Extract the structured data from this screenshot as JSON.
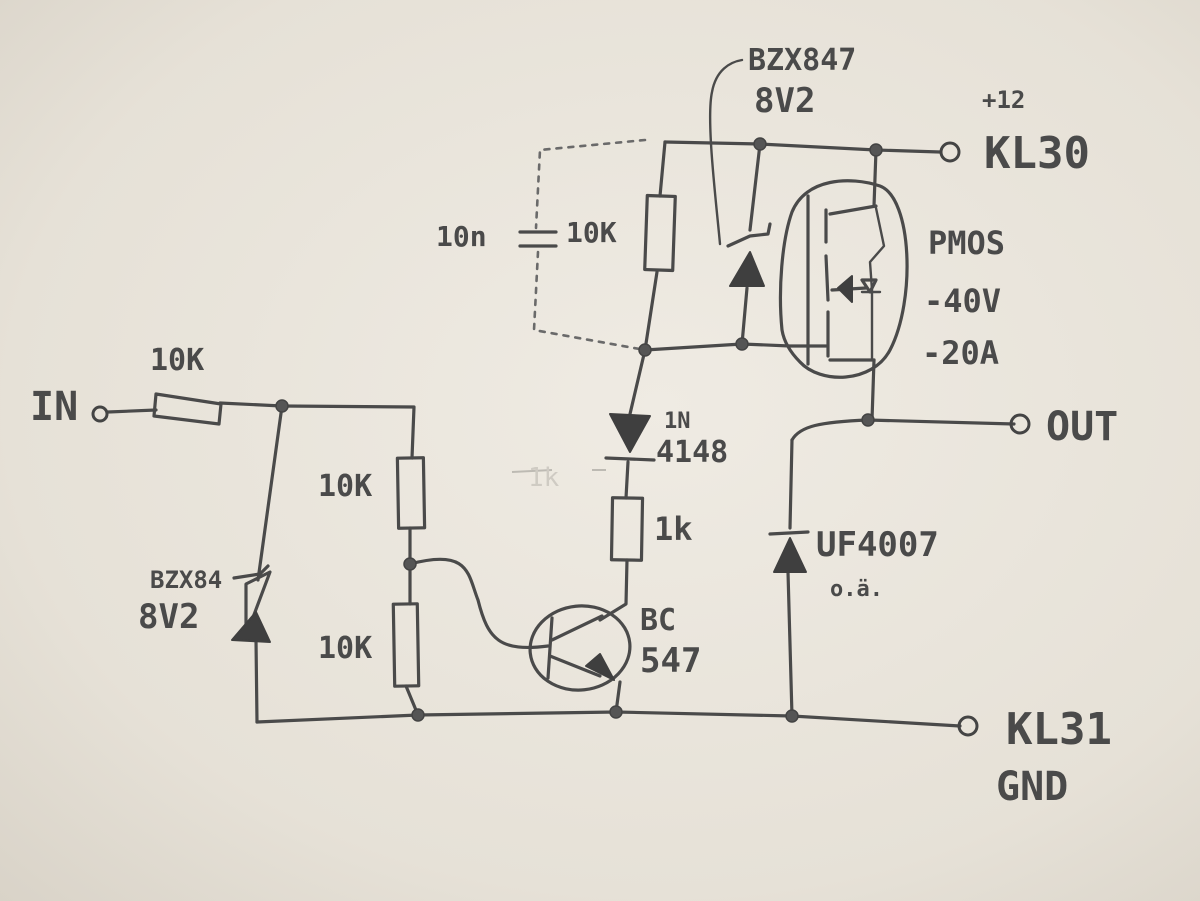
{
  "terminals": {
    "input": "IN",
    "supply": "KL30",
    "supply_voltage": "+12",
    "output": "OUT",
    "ground": "KL31",
    "ground_alt": "GND"
  },
  "components": {
    "r_input": "10K",
    "zener_input_type": "BZX84",
    "zener_input_voltage": "8V2",
    "r_div_top": "10K",
    "r_div_bottom": "10K",
    "transistor_type": "BC",
    "transistor_num": "547",
    "r_collector": "1k",
    "faint_label": "1k",
    "diode_series_type": "1N",
    "diode_series_num": "4148",
    "cap_gate": "10n",
    "r_gate": "10K",
    "zener_gate_type": "BZX847",
    "zener_gate_voltage": "8V2",
    "mosfet_type": "PMOS",
    "mosfet_vds": "-40V",
    "mosfet_id": "-20A",
    "freewheel_diode": "UF4007",
    "freewheel_note": "o.ä."
  }
}
